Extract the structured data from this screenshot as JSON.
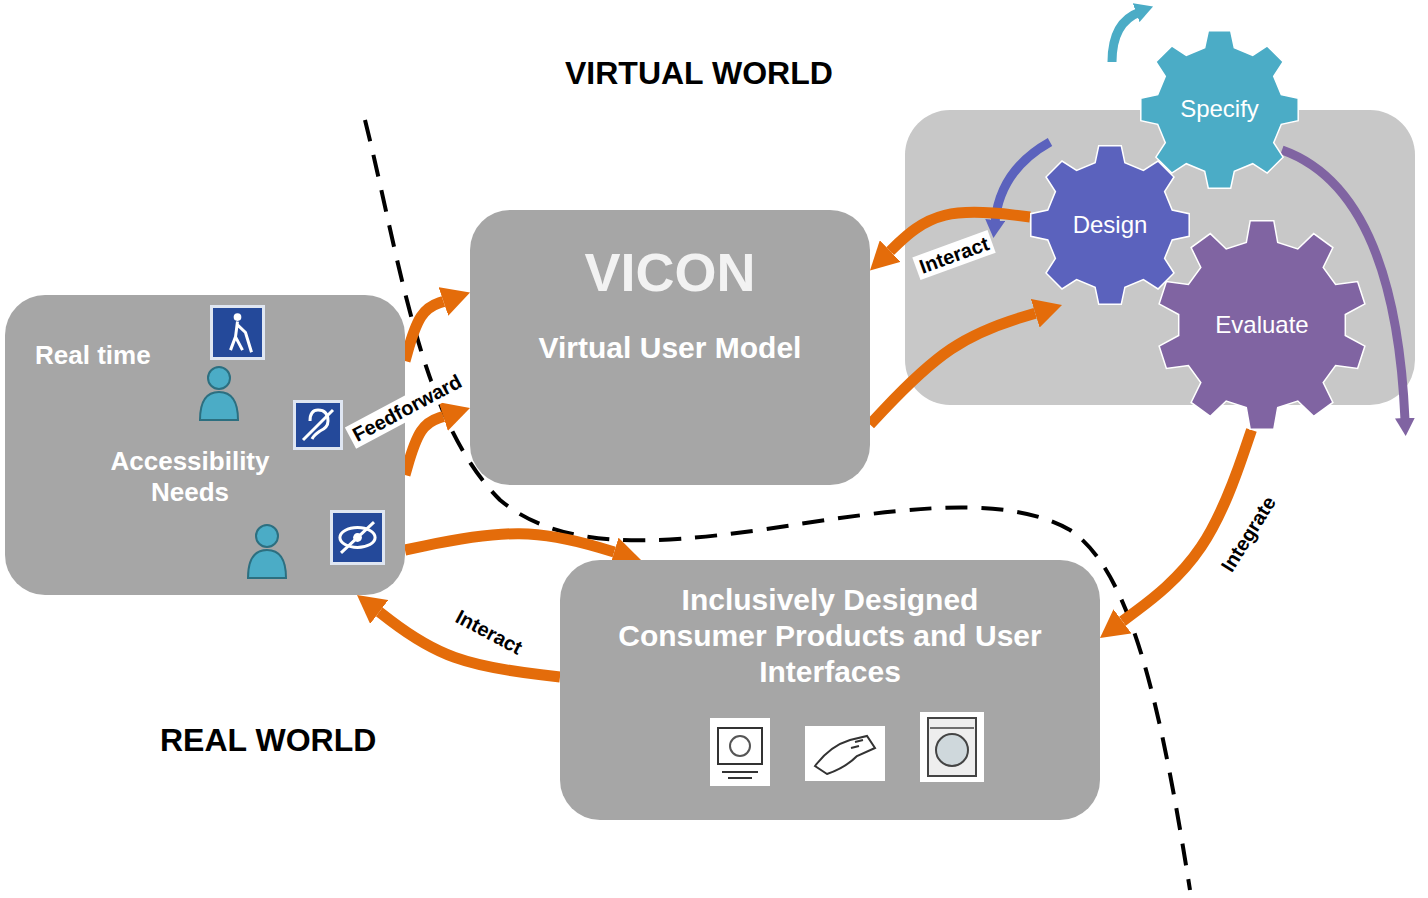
{
  "diagram": {
    "nodes": [
      {
        "text": [
          "Real time",
          "Accessibility Needs"
        ]
      },
      {
        "text": [
          "VICON",
          "Virtual User Model"
        ]
      },
      {
        "text": [
          "Specify"
        ]
      },
      {
        "text": [
          "Design"
        ]
      },
      {
        "text": [
          "Evaluate"
        ]
      },
      {
        "text": [
          "Inclusively Designed Consumer Products and User Interfaces"
        ]
      }
    ],
    "edges": [
      {
        "from": 0,
        "to": 1,
        "arrow": "to"
      },
      {
        "from": 0,
        "to": 1,
        "arrow": "to",
        "label": "Feedforward"
      },
      {
        "from": 3,
        "to": 1,
        "arrow": "to",
        "label": "Interact"
      },
      {
        "from": 1,
        "to": 3,
        "arrow": "to"
      },
      {
        "from": 4,
        "to": 5,
        "arrow": "to",
        "label": "Integrate"
      },
      {
        "from": 0,
        "to": 5,
        "arrow": "to"
      },
      {
        "from": 5,
        "to": 0,
        "arrow": "to",
        "label": "Interact"
      }
    ],
    "labels": [
      "VIRTUAL WORLD",
      "REAL WORLD"
    ]
  }
}
